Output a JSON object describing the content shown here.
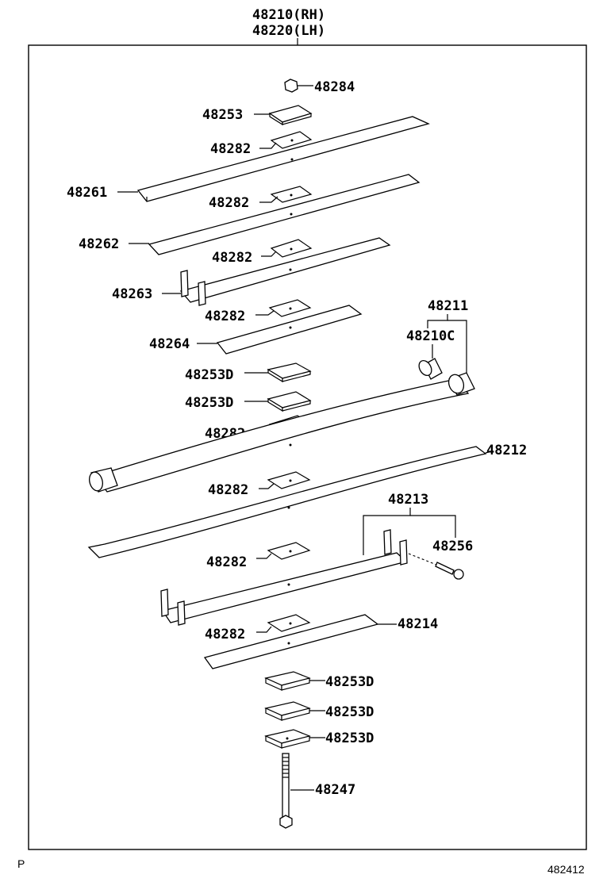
{
  "header": {
    "line1": "48210(RH)",
    "line2": "48220(LH)"
  },
  "callouts": [
    "48284",
    "48253",
    "48282",
    "48261",
    "48282",
    "48262",
    "48282",
    "48263",
    "48282",
    "48264",
    "48211",
    "48210C",
    "48253D",
    "48253D",
    "48282",
    "48212",
    "48282",
    "48213",
    "48256",
    "48282",
    "48282",
    "48214",
    "48253D",
    "48253D",
    "48253D",
    "48247"
  ],
  "footer": {
    "left": "P",
    "right": "482412"
  }
}
